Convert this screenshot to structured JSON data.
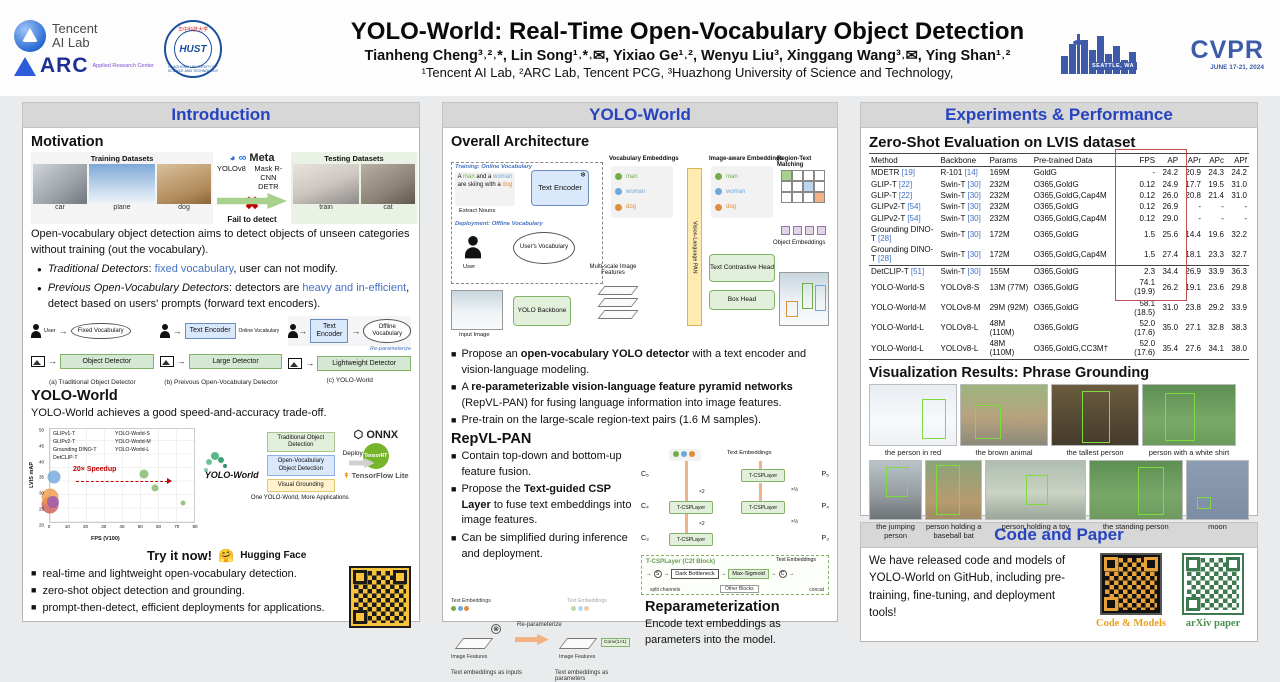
{
  "header": {
    "title": "YOLO-World: Real-Time Open-Vocabulary Object Detection",
    "authors": "Tianheng Cheng³˒²˒*, Lin Song¹˒*˒✉, Yixiao Ge¹˒², Wenyu Liu³, Xinggang Wang³˒✉, Ying Shan¹˒²",
    "affiliations": "¹Tencent AI Lab, ²ARC Lab, Tencent PCG, ³Huazhong University of Science and Technology,",
    "logos": {
      "tencent_line1": "Tencent",
      "tencent_line2": "AI Lab",
      "arc": "ARC",
      "arc_sub": "Applied Research Center",
      "hust_cn": "华中科技大学",
      "hust_en": "HUAZHONG UNIVERSITY OF SCIENCE AND TECHNOLOGY",
      "hust_mark": "HUST",
      "cvpr": "CVPR",
      "cvpr_city": "SEATTLE, WA",
      "cvpr_dates": "JUNE 17-21, 2024"
    }
  },
  "intro": {
    "section_title": "Introduction",
    "motivation_heading": "Motivation",
    "strip": {
      "training_label": "Training Datasets",
      "train_items": [
        "car",
        "plane",
        "dog"
      ],
      "yolov8": "YOLOv8",
      "meta": "Meta",
      "mask_rcnn": "Mask R-CNN",
      "detr": "DETR",
      "fail": "Fail to detect",
      "testing_label": "Testing Datasets",
      "test_items": [
        "train",
        "cat"
      ]
    },
    "paragraph": "Open-vocabulary object detection aims to detect objects of unseen categories without training (out the vocabulary).",
    "bullet1": {
      "italic": "Traditional Detectors",
      "sep": ": ",
      "blue": "fixed vocabulary",
      "rest": ", user can not modify."
    },
    "bullet2": {
      "italic": "Previous Open-Vocabulary Detectors",
      "sep": ": detectors are ",
      "blue": "heavy and in-efficient",
      "rest": ", detect based on users' prompts (forward text encoders)."
    },
    "diagrams": {
      "user": "User",
      "a_cloud": "Fixed Vocabulary",
      "a_box": "Object Detector",
      "a_caption": "(a) Traditional Object Detector",
      "b_encoder": "Text Encoder",
      "b_side": "Online Vocabulary",
      "b_box": "Large Detector",
      "b_caption": "(b) Preivous Open-Vocabulary Detector",
      "c_encoder": "Text Encoder",
      "c_cloud": "Offline Vocabulary",
      "c_note": "Re-parameterize",
      "c_box": "Lightweight Detector",
      "c_caption": "(c) YOLO-World"
    },
    "yoloworld_heading": "YOLO-World",
    "tradeoff": "YOLO-World achieves a good speed-and-accuracy trade-off.",
    "apps": {
      "logo": "YOLO-World",
      "box1": "Traditional Object Detection",
      "box2": "Open-Vocabulary Object Detection",
      "box3": "Visual Grounding",
      "deploy": "Deploy",
      "onnx": "ONNX",
      "tensorrt": "TensorRT",
      "tflite_b": "TensorFlow",
      "tflite_l": " Lite",
      "caption": "One YOLO-World, More Applications"
    },
    "try_now": "Try it now!",
    "hf": "Hugging Face",
    "features": {
      "f1": "real-time and lightweight open-vocabulary detection.",
      "f2": "zero-shot object detection and grounding.",
      "f3": "prompt-then-detect, efficient deployments for applications."
    }
  },
  "chart_data": {
    "type": "scatter",
    "title": "",
    "xlabel": "FPS (V100)",
    "ylabel": "LVIS mAP",
    "xlim": [
      0,
      80
    ],
    "ylim": [
      20,
      50
    ],
    "xticks": [
      0,
      10,
      20,
      30,
      40,
      50,
      60,
      70,
      80
    ],
    "yticks": [
      20,
      25,
      30,
      35,
      40,
      45,
      50
    ],
    "grid": true,
    "legend_position": "upper-left",
    "annotation": "20× Speedup",
    "series": [
      {
        "name": "GLIPv1-T",
        "color": "#d05a52",
        "size": 17,
        "points": [
          [
            0.12,
            25.5
          ]
        ]
      },
      {
        "name": "GLIPv2-T",
        "color": "#ee9a49",
        "size": 17,
        "points": [
          [
            0.12,
            28.0
          ]
        ]
      },
      {
        "name": "Grounding DINO-T",
        "color": "#9b59b6",
        "size": 12,
        "points": [
          [
            1.5,
            26.5
          ]
        ]
      },
      {
        "name": "DetCLIP-T",
        "color": "#6fa8dc",
        "size": 13,
        "points": [
          [
            2.3,
            34.4
          ]
        ]
      },
      {
        "name": "YOLO-World-S",
        "color": "#7cb765",
        "size": 5,
        "points": [
          [
            74.1,
            26.2
          ]
        ]
      },
      {
        "name": "YOLO-World-M",
        "color": "#7cb765",
        "size": 7,
        "points": [
          [
            58.1,
            31.0
          ]
        ]
      },
      {
        "name": "YOLO-World-L",
        "color": "#7cb765",
        "size": 9,
        "points": [
          [
            52.0,
            35.4
          ]
        ]
      }
    ]
  },
  "architecture": {
    "section_title": "YOLO-World",
    "heading": "Overall Architecture",
    "training_label": "Training: Online Vocabulary",
    "sent_p1": "A ",
    "sent_man": "man",
    "sent_p2": " and a ",
    "sent_woman": "woman",
    "sent_p3": " are skiing with a ",
    "sent_dog": "dog",
    "extract": "Extract Nouns",
    "text_encoder": "Text Encoder",
    "snowflake": "❄",
    "deploy_label": "Deployment: Offline Vocabulary",
    "user": "User",
    "user_vocab": "User's Vocabulary",
    "vocab_emb": "Vocabulary Embeddings",
    "word1": "man",
    "word2": "woman",
    "word3": "dog",
    "pan": "Vision-Language PAN",
    "multiscale": "Multi-scale Image Features",
    "img_emb": "Image-aware Embeddings",
    "matching": "Region-Text Matching",
    "obj_emb": "Object Embeddings",
    "backbone": "YOLO Backbone",
    "input_image": "Input Image",
    "tch": "Text Contrastive Head",
    "box_head": "Box Head",
    "bullet1": {
      "pre": "Propose an ",
      "bold": "open-vocabulary YOLO detector",
      "post": " with a text encoder and vision-language modeling."
    },
    "bullet2": {
      "pre": "A ",
      "bold": "re-parameterizable vision-language feature pyramid networks",
      "post": " (RepVL-PAN) for fusing language information into image features."
    },
    "bullet3": {
      "pre": "Pre-train on the large-scale region-text pairs (1.6 M samples).",
      "bold": "",
      "post": ""
    },
    "repvl": {
      "heading": "RepVL-PAN",
      "bullet1": {
        "pre": "Contain top-down and bottom-up feature fusion.",
        "bold": "",
        "post": ""
      },
      "bullet2": {
        "pre": "Propose the ",
        "bold": "Text-guided CSP Layer",
        "post": " to fuse text embeddings into image features."
      },
      "bullet3": {
        "pre": "Can be simplified during inference and deployment.",
        "bold": "",
        "post": ""
      },
      "text_emb": "Text Embeddings",
      "c5": "C₅",
      "c4": "C₄",
      "c3": "C₃",
      "p5": "P₅",
      "p4": "P₄",
      "p3": "P₃",
      "layer": "T-CSPLayer",
      "x2": "×2",
      "xhalf": "×½",
      "c2f_title": "T-CSPLayer (C2f Block)",
      "c2f_text_emb": "Text Embeddings",
      "c2f_dark": "Dark Bottleneck",
      "c2f_maxsig": "Max-Sigmoid",
      "c2f_other": "Other Blocks",
      "c2f_split": "split channels",
      "c2f_concat": "concat",
      "c2f_s": "S",
      "c2f_c": "C"
    },
    "reparam": {
      "heading": "Reparameterization",
      "text": "Encode text embeddings as parameters into the model.",
      "d_text_emb": "Text Embeddings",
      "d_img": "Image Features",
      "as_inputs": "Text embeddings as inputs",
      "arrow": "Re-parameterize",
      "conv": "Conv(1×1)",
      "as_params": "Text embeddings as parameters"
    }
  },
  "experiments": {
    "section_title": "Experiments & Performance",
    "table_heading": "Zero-Shot Evaluation on LVIS dataset",
    "table": {
      "headers": [
        "Method",
        "Backbone",
        "Params",
        "Pre-trained Data",
        "FPS",
        "AP",
        "APr",
        "APc",
        "APf"
      ],
      "rows": [
        {
          "method": "MDETR",
          "ref": "[19]",
          "backbone": "R-101",
          "bref": "[14]",
          "params": "169M",
          "data": "GoldG",
          "fps": "-",
          "ap": "24.2",
          "apr": "20.9",
          "apc": "24.3",
          "apf": "24.2"
        },
        {
          "method": "GLIP-T",
          "ref": "[22]",
          "backbone": "Swin-T",
          "bref": "[30]",
          "params": "232M",
          "data": "O365,GoldG",
          "fps": "0.12",
          "ap": "24.9",
          "apr": "17.7",
          "apc": "19.5",
          "apf": "31.0"
        },
        {
          "method": "GLIP-T",
          "ref": "[22]",
          "backbone": "Swin-T",
          "bref": "[30]",
          "params": "232M",
          "data": "O365,GoldG,Cap4M",
          "fps": "0.12",
          "ap": "26.0",
          "apr": "20.8",
          "apc": "21.4",
          "apf": "31.0"
        },
        {
          "method": "GLIPv2-T",
          "ref": "[54]",
          "backbone": "Swin-T",
          "bref": "[30]",
          "params": "232M",
          "data": "O365,GoldG",
          "fps": "0.12",
          "ap": "26.9",
          "apr": "-",
          "apc": "-",
          "apf": "-"
        },
        {
          "method": "GLIPv2-T",
          "ref": "[54]",
          "backbone": "Swin-T",
          "bref": "[30]",
          "params": "232M",
          "data": "O365,GoldG,Cap4M",
          "fps": "0.12",
          "ap": "29.0",
          "apr": "-",
          "apc": "-",
          "apf": "-"
        },
        {
          "method": "Grounding DINO-T",
          "ref": "[28]",
          "backbone": "Swin-T",
          "bref": "[30]",
          "params": "172M",
          "data": "O365,GoldG",
          "fps": "1.5",
          "ap": "25.6",
          "apr": "14.4",
          "apc": "19.6",
          "apf": "32.2"
        },
        {
          "method": "Grounding DINO-T",
          "ref": "[28]",
          "backbone": "Swin-T",
          "bref": "[30]",
          "params": "172M",
          "data": "O365,GoldG,Cap4M",
          "fps": "1.5",
          "ap": "27.4",
          "apr": "18.1",
          "apc": "23.3",
          "apf": "32.7"
        },
        {
          "method": "DetCLIP-T",
          "ref": "[51]",
          "backbone": "Swin-T",
          "bref": "[30]",
          "params": "155M",
          "data": "O365,GoldG",
          "fps": "2.3",
          "ap": "34.4",
          "apr": "26.9",
          "apc": "33.9",
          "apf": "36.3"
        },
        {
          "method": "YOLO-World-S",
          "ref": "",
          "backbone": "YOLOv8-S",
          "bref": "",
          "params": "13M (77M)",
          "data": "O365,GoldG",
          "fps": "74.1 (19.9)",
          "ap": "26.2",
          "apr": "19.1",
          "apc": "23.6",
          "apf": "29.8"
        },
        {
          "method": "YOLO-World-M",
          "ref": "",
          "backbone": "YOLOv8-M",
          "bref": "",
          "params": "29M (92M)",
          "data": "O365,GoldG",
          "fps": "58.1 (18.5)",
          "ap": "31.0",
          "apr": "23.8",
          "apc": "29.2",
          "apf": "33.9"
        },
        {
          "method": "YOLO-World-L",
          "ref": "",
          "backbone": "YOLOv8-L",
          "bref": "",
          "params": "48M (110M)",
          "data": "O365,GoldG",
          "fps": "52.0 (17.6)",
          "ap": "35.0",
          "apr": "27.1",
          "apc": "32.8",
          "apf": "38.3"
        },
        {
          "method": "YOLO-World-L",
          "ref": "",
          "backbone": "YOLOv8-L",
          "bref": "",
          "params": "48M (110M)",
          "data": "O365,GoldG,CC3M†",
          "fps": "52.0 (17.6)",
          "ap": "35.4",
          "apr": "27.6",
          "apc": "34.1",
          "apf": "38.0"
        }
      ]
    },
    "viz_heading": "Visualization Results: Phrase Grounding",
    "viz_row1": [
      "the person in red",
      "the brown animal",
      "the tallest person",
      "person with a white shirt"
    ],
    "viz_row2": [
      "the jumping person",
      "person holding a baseball bat",
      "person holding a toy",
      "the standing person",
      "moon"
    ]
  },
  "code": {
    "section_title": "Code and Paper",
    "text": "We have released code and models of YOLO-World on GitHub, including pre-training, fine-tuning, and deployment tools!",
    "qr1_label": "Code & Models",
    "qr2_label": "arXiv paper"
  }
}
